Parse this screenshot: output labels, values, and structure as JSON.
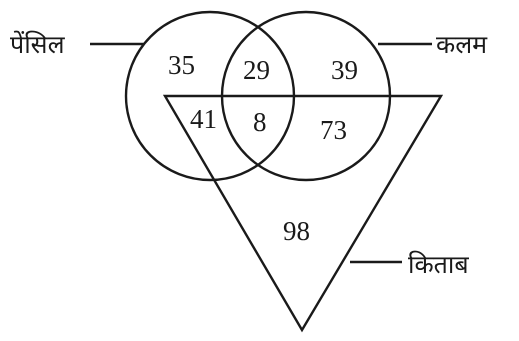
{
  "labels": {
    "pencil": "पेंसिल",
    "pen": "कलम",
    "book": "किताब"
  },
  "regions": {
    "pencil_only": "35",
    "pencil_pen": "29",
    "pen_only": "39",
    "pencil_book": "41",
    "all_three": "8",
    "pen_book": "73",
    "book_only": "98"
  }
}
